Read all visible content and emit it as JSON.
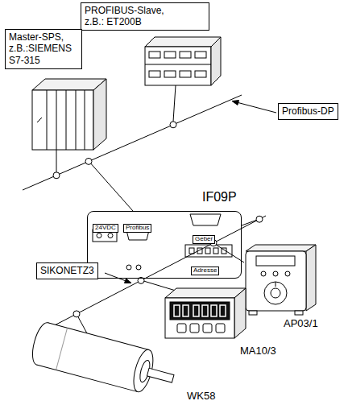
{
  "diagram": {
    "nodes": [
      {
        "text": [
          "PROFIBUS-Slave, z.B.: ET200B"
        ]
      },
      {
        "text": [
          "Master-SPS, z.B.:SIEMENS S7-315"
        ]
      },
      {
        "text": [
          "Profibus-DP"
        ]
      },
      {
        "text": [
          "IF09P",
          "24VDC",
          "Profibus",
          "Geber",
          "Adresse"
        ]
      },
      {
        "text": [
          "SIKONETZ3"
        ]
      }
    ],
    "labels": [
      "AP03/1",
      "MA10/3",
      "WK58"
    ]
  }
}
